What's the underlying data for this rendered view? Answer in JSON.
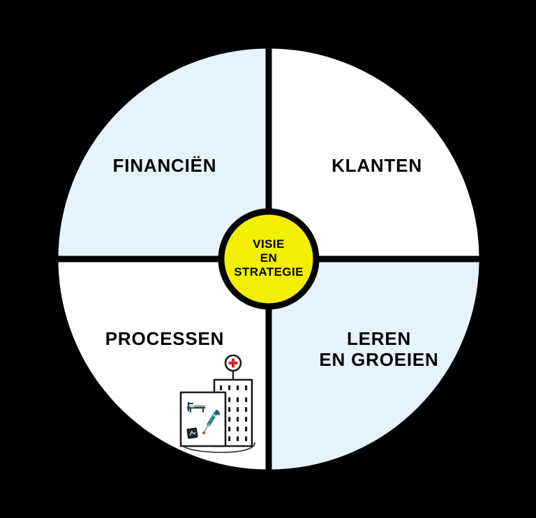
{
  "diagram": {
    "type": "balanced-scorecard-wheel",
    "background_color": "#000000",
    "quadrant_fill_tinted": "#E6F2FC",
    "quadrant_fill_plain": "#FFFFFF",
    "hub_color": "#F2F000",
    "stroke_color": "#000000",
    "center": {
      "line1": "VISIE",
      "line2": "EN",
      "line3": "STRATEGIE",
      "text": "VISIE\nEN\nSTRATEGIE"
    },
    "quadrants": [
      {
        "id": "financien",
        "label": "FINANCIËN",
        "position": "top-left",
        "fill": "#E6F2FC"
      },
      {
        "id": "klanten",
        "label": "KLANTEN",
        "position": "top-right",
        "fill": "#FFFFFF"
      },
      {
        "id": "processen",
        "label": "PROCESSEN",
        "position": "bottom-left",
        "fill": "#FFFFFF"
      },
      {
        "id": "leren-en-groeien",
        "label": "LEREN\nEN GROEIEN",
        "position": "bottom-right",
        "fill": "#E6F2FC"
      }
    ],
    "illustration": {
      "name": "hospital-illustration",
      "description": "hand-drawn hospital building",
      "elements": [
        "red-cross-sign-icon",
        "hospital-bed-icon",
        "syringe-icon",
        "wall-picture-icon",
        "building-windows",
        "ground-line"
      ],
      "accent_color": "#D42424",
      "syringe_color": "#3C7F8C"
    }
  }
}
